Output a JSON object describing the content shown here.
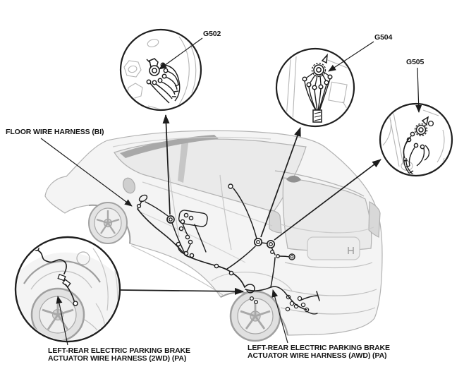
{
  "figure": {
    "background": "#ffffff",
    "ground_points": [
      "G502",
      "G504",
      "G505"
    ],
    "labels": {
      "g502": "G502",
      "g504": "G504",
      "g505": "G505",
      "floor_harness": "FLOOR WIRE HARNESS (BI)",
      "epb_2wd": {
        "line1": "LEFT-REAR ELECTRIC PARKING BRAKE",
        "line2": "ACTUATOR WIRE HARNESS (2WD) (PA)"
      },
      "epb_awd": {
        "line1": "LEFT-REAR ELECTRIC PARKING BRAKE",
        "line2": "ACTUATOR WIRE HARNESS (AWD) (PA)"
      }
    },
    "colors": {
      "diagram_line": "#1c1c1c",
      "vehicle_line": "#b2b2b2",
      "vehicle_fill": "#f4f4f4",
      "glass_fill": "#eaeaea"
    }
  }
}
